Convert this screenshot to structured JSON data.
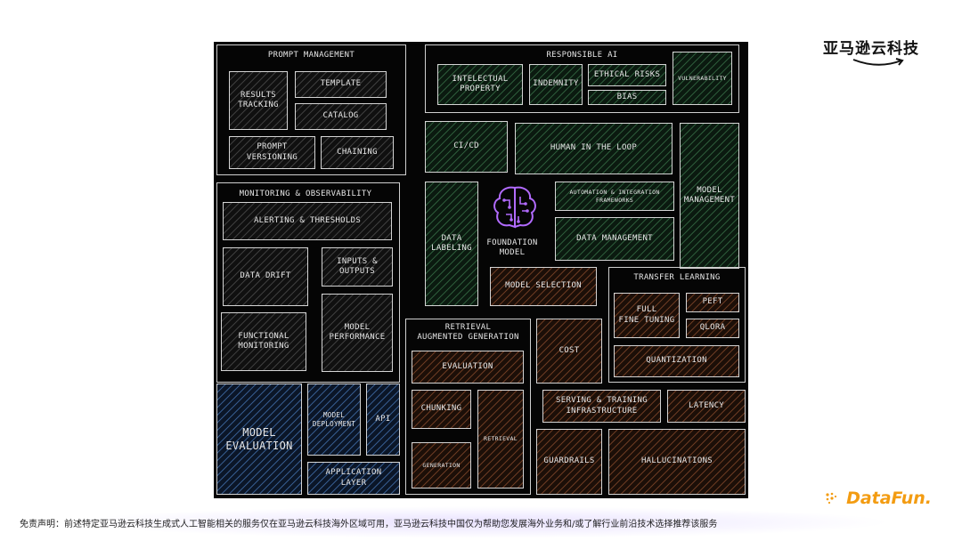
{
  "brand": {
    "name": "亚马逊云科技"
  },
  "watermark": "DataFun.",
  "disclaimer": "免责声明：前述特定亚马逊云科技生成式人工智能相关的服务仅在亚马逊云科技海外区域可用，亚马逊云科技中国仅为帮助您发展海外业务和/或了解行业前沿技术选择推荐该服务",
  "diagram": {
    "prompt_management": {
      "title": "PROMPT MANAGEMENT",
      "results_tracking": "RESULTS\nTRACKING",
      "template": "TEMPLATE",
      "catalog": "CATALOG",
      "prompt_versioning": "PROMPT\nVERSIONING",
      "chaining": "CHAINING"
    },
    "responsible_ai": {
      "title": "RESPONSIBLE AI",
      "intellectual_property": "INTELECTUAL\nPROPERTY",
      "indemnity": "INDEMNITY",
      "ethical_risks": "ETHICAL RISKS",
      "bias": "BIAS",
      "vulnerability": "VULNERABILITY"
    },
    "ci_cd": "CI/CD",
    "human_in_the_loop": "HUMAN IN THE LOOP",
    "model_management": "MODEL\nMANAGEMENT",
    "data_labeling": "DATA\nLABELING",
    "foundation_model": "FOUNDATION\nMODEL",
    "automation_frameworks": "AUTOMATION & INTEGRATION\nFRAMEWORKS",
    "data_management": "DATA MANAGEMENT",
    "model_selection": "MODEL SELECTION",
    "monitoring": {
      "title": "MONITORING & OBSERVABILITY",
      "alerting": "ALERTING & THRESHOLDS",
      "data_drift": "DATA DRIFT",
      "inputs_outputs": "INPUTS &\nOUTPUTS",
      "functional_monitoring": "FUNCTIONAL\nMONITORING",
      "model_performance": "MODEL\nPERFORMANCE"
    },
    "transfer_learning": {
      "title": "TRANSFER LEARNING",
      "full_fine_tuning": "FULL\nFINE TUNING",
      "peft": "PEFT",
      "qlora": "QLORA",
      "quantization": "QUANTIZATION"
    },
    "rag": {
      "title": "RETRIEVAL\nAUGMENTED GENERATION",
      "evaluation": "EVALUATION",
      "chunking": "CHUNKING",
      "retrieval": "RETRIEVAL",
      "generation": "GENERATION"
    },
    "cost": "COST",
    "serving_training": "SERVING & TRAINING\nINFRASTRUCTURE",
    "latency": "LATENCY",
    "guardrails": "GUARDRAILS",
    "hallucinations": "HALLUCINATIONS",
    "model_evaluation": "MODEL\nEVALUATION",
    "model_deployment": "MODEL\nDEPLOYMENT",
    "api": "API",
    "application_layer": "APPLICATION\nLAYER"
  }
}
